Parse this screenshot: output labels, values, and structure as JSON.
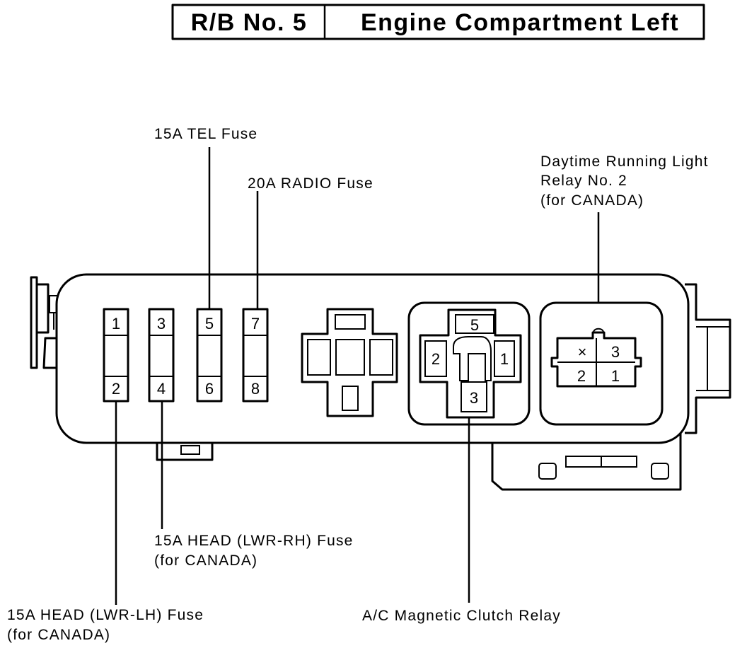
{
  "header": {
    "box_id": "R/B No. 5",
    "location": "Engine Compartment Left"
  },
  "callouts": {
    "tel_fuse": "15A TEL Fuse",
    "radio_fuse": "20A RADIO Fuse",
    "drl_relay": [
      "Daytime Running Light",
      "Relay No. 2",
      "(for CANADA)"
    ],
    "head_rh_fuse": [
      "15A HEAD (LWR-RH) Fuse",
      "(for CANADA)"
    ],
    "head_lh_fuse": [
      "15A HEAD (LWR-LH) Fuse",
      "(for CANADA)"
    ],
    "ac_relay": "A/C Magnetic Clutch Relay"
  },
  "fuses": [
    {
      "top": "1",
      "bottom": "2"
    },
    {
      "top": "3",
      "bottom": "4"
    },
    {
      "top": "5",
      "bottom": "6"
    },
    {
      "top": "7",
      "bottom": "8"
    }
  ],
  "ac_relay_terminals": {
    "top": "5",
    "left": "2",
    "right": "1",
    "bottom": "3"
  },
  "drl_relay_terminals": {
    "top_left": "×",
    "top_right": "3",
    "bottom_left": "2",
    "bottom_right": "1"
  }
}
